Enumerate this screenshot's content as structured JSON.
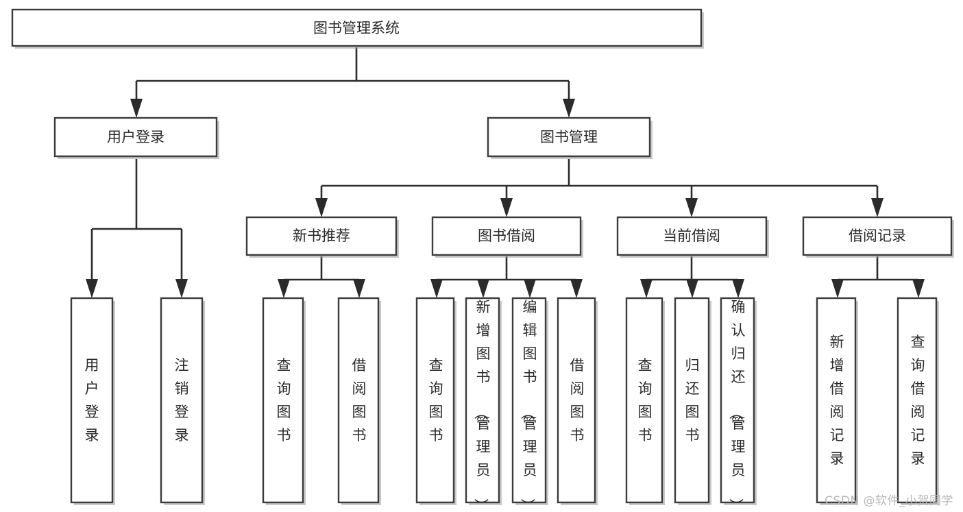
{
  "diagram": {
    "title": "图书管理系统",
    "type": "hierarchy-tree",
    "watermark": "CSDN @软件_小贺同学",
    "colors": {
      "background": "#ffffff",
      "box_stroke": "#3b3b3b",
      "connector": "#2b2b2b",
      "text": "#2a2a2a",
      "shadow": "#9a9a9a",
      "watermark": "#b9b9b9"
    },
    "levels": {
      "root": "图书管理系统",
      "level2": [
        "用户登录",
        "图书管理"
      ],
      "level3": [
        "新书推荐",
        "图书借阅",
        "当前借阅",
        "借阅记录"
      ]
    },
    "nodes": {
      "root": {
        "label": "图书管理系统",
        "orientation": "horizontal"
      },
      "user_login": {
        "label": "用户登录",
        "orientation": "horizontal"
      },
      "book_manage": {
        "label": "图书管理",
        "orientation": "horizontal"
      },
      "new_book_rec": {
        "label": "新书推荐",
        "orientation": "horizontal"
      },
      "book_borrow": {
        "label": "图书借阅",
        "orientation": "horizontal"
      },
      "current_borrow": {
        "label": "当前借阅",
        "orientation": "horizontal"
      },
      "borrow_record": {
        "label": "借阅记录",
        "orientation": "horizontal"
      },
      "leaf_user_login": {
        "label": "用户登录",
        "orientation": "vertical"
      },
      "leaf_logout": {
        "label": "注销登录",
        "orientation": "vertical"
      },
      "leaf_query_book_1": {
        "label": "查询图书",
        "orientation": "vertical"
      },
      "leaf_borrow_book_1": {
        "label": "借阅图书",
        "orientation": "vertical"
      },
      "leaf_query_book_2": {
        "label": "查询图书",
        "orientation": "vertical"
      },
      "leaf_add_book": {
        "label": "新增图书（管理员）",
        "orientation": "vertical"
      },
      "leaf_edit_book": {
        "label": "编辑图书（管理员）",
        "orientation": "vertical"
      },
      "leaf_borrow_book_2": {
        "label": "借阅图书",
        "orientation": "vertical"
      },
      "leaf_query_book_3": {
        "label": "查询图书",
        "orientation": "vertical"
      },
      "leaf_return_book": {
        "label": "归还图书",
        "orientation": "vertical"
      },
      "leaf_confirm_return": {
        "label": "确认归还（管理员）",
        "orientation": "vertical"
      },
      "leaf_add_record": {
        "label": "新增借阅记录",
        "orientation": "vertical"
      },
      "leaf_query_record": {
        "label": "查询借阅记录",
        "orientation": "vertical"
      }
    },
    "edges": [
      {
        "from": "root",
        "to": "user_login"
      },
      {
        "from": "root",
        "to": "book_manage"
      },
      {
        "from": "user_login",
        "to": "leaf_user_login"
      },
      {
        "from": "user_login",
        "to": "leaf_logout"
      },
      {
        "from": "book_manage",
        "to": "new_book_rec"
      },
      {
        "from": "book_manage",
        "to": "book_borrow"
      },
      {
        "from": "book_manage",
        "to": "current_borrow"
      },
      {
        "from": "book_manage",
        "to": "borrow_record"
      },
      {
        "from": "new_book_rec",
        "to": "leaf_query_book_1"
      },
      {
        "from": "new_book_rec",
        "to": "leaf_borrow_book_1"
      },
      {
        "from": "book_borrow",
        "to": "leaf_query_book_2"
      },
      {
        "from": "book_borrow",
        "to": "leaf_add_book"
      },
      {
        "from": "book_borrow",
        "to": "leaf_edit_book"
      },
      {
        "from": "book_borrow",
        "to": "leaf_borrow_book_2"
      },
      {
        "from": "current_borrow",
        "to": "leaf_query_book_3"
      },
      {
        "from": "current_borrow",
        "to": "leaf_return_book"
      },
      {
        "from": "current_borrow",
        "to": "leaf_confirm_return"
      },
      {
        "from": "borrow_record",
        "to": "leaf_add_record"
      },
      {
        "from": "borrow_record",
        "to": "leaf_query_record"
      }
    ]
  }
}
